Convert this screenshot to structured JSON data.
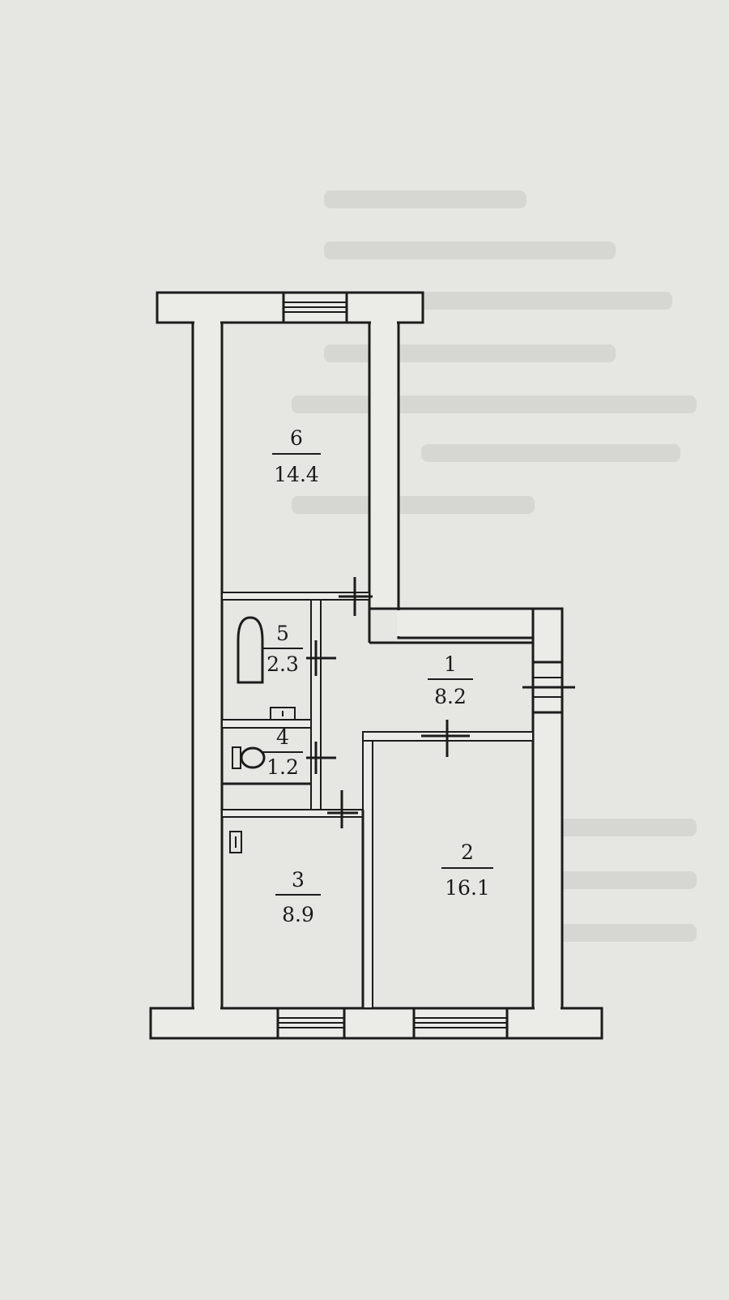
{
  "plan": {
    "paper_color": "#e6e6e3",
    "wall_color": "#1c1c1c",
    "rooms": [
      {
        "id": "room-1",
        "number": "1",
        "area": "8.2"
      },
      {
        "id": "room-2",
        "number": "2",
        "area": "16.1"
      },
      {
        "id": "room-3",
        "number": "3",
        "area": "8.9"
      },
      {
        "id": "room-4",
        "number": "4",
        "area": "1.2"
      },
      {
        "id": "room-5",
        "number": "5",
        "area": "2.3"
      },
      {
        "id": "room-6",
        "number": "6",
        "area": "14.4"
      }
    ],
    "fixtures": [
      "bathtub-icon",
      "sink-icon",
      "toilet-icon",
      "stove-icon"
    ]
  }
}
